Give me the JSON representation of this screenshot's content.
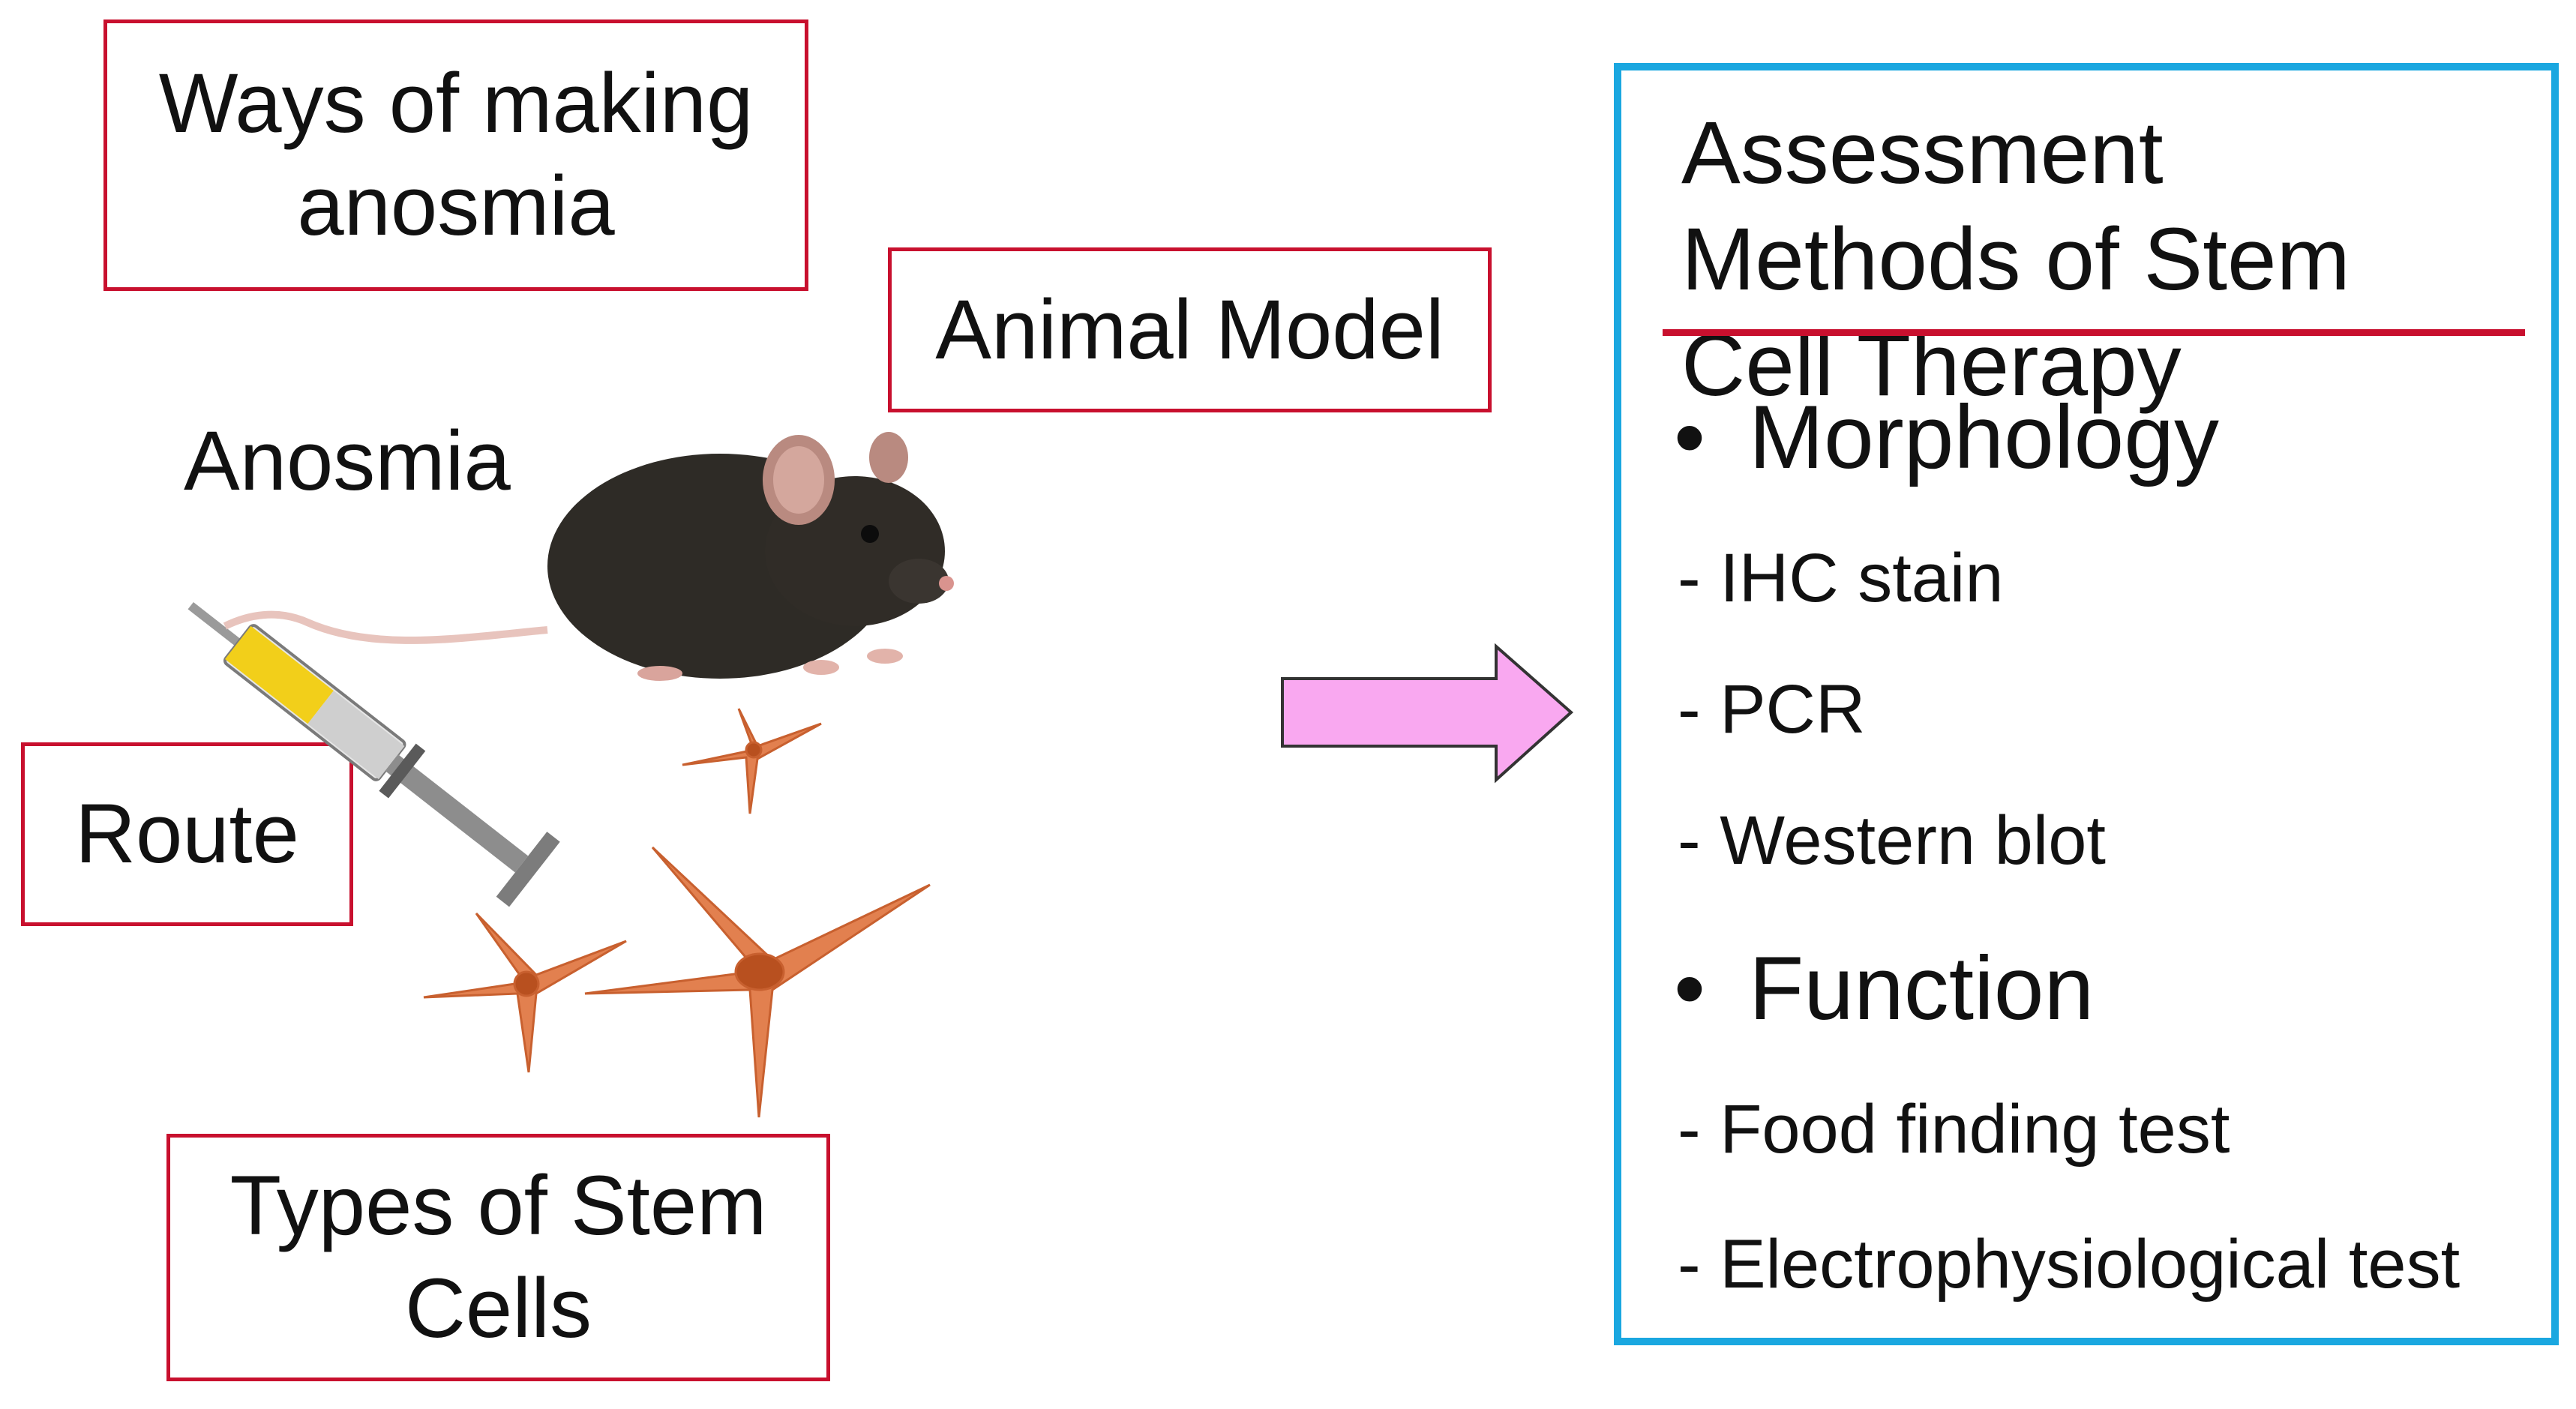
{
  "left": {
    "ways_box": "Ways of making anosmia",
    "animal_box": "Animal Model",
    "anosmia_label": "Anosmia",
    "route_box": "Route",
    "types_box": "Types of Stem Cells"
  },
  "assessment": {
    "title": "Assessment Methods of Stem Cell Therapy",
    "sections": [
      {
        "heading": "Morphology",
        "items": [
          "- IHC stain",
          "- PCR",
          "- Western blot"
        ]
      },
      {
        "heading": "Function",
        "items": [
          "- Food finding test",
          "- Electrophysiological test"
        ]
      }
    ]
  },
  "colors": {
    "box_border": "#c8102e",
    "assessment_border": "#1aa7e0",
    "arrow_fill": "#f9a8f0",
    "cell_fill": "#e2804f"
  },
  "icons": [
    "mouse-image",
    "syringe-image",
    "stem-cell-image",
    "arrow-right-icon"
  ]
}
